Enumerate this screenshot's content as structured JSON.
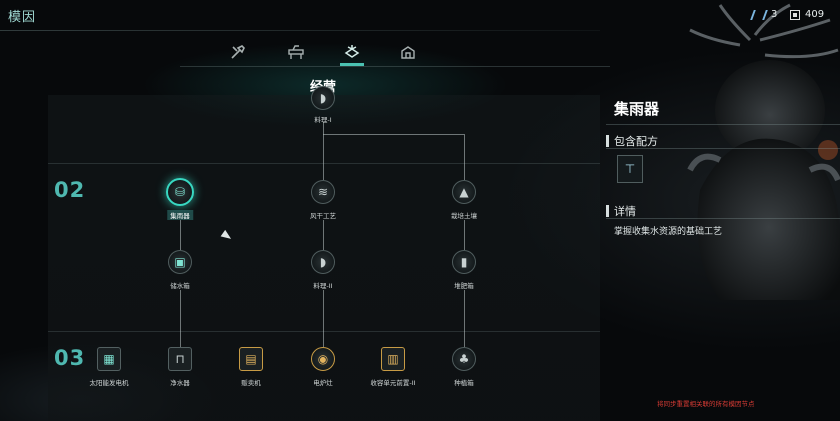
{
  "header": {
    "title": "模因",
    "resources": [
      {
        "icon": "dna-icon",
        "value": "3"
      },
      {
        "icon": "memory-chip-icon",
        "value": "409"
      }
    ]
  },
  "tabs": [
    {
      "icon": "tools-icon",
      "active": false
    },
    {
      "icon": "workbench-icon",
      "active": false
    },
    {
      "icon": "management-icon",
      "active": true
    },
    {
      "icon": "building-icon",
      "active": false
    }
  ],
  "branch": {
    "title": "经营"
  },
  "tiers": [
    "02",
    "03"
  ],
  "nodes": {
    "cooking1": {
      "label": "料理-I",
      "icon": "cooking-icon"
    },
    "rain_collector": {
      "label": "集雨器",
      "icon": "rain-collector-icon"
    },
    "wind_dry": {
      "label": "风干工艺",
      "icon": "wind-dry-icon"
    },
    "cultivation_soil": {
      "label": "栽培土壤",
      "icon": "soil-icon"
    },
    "water_tank": {
      "label": "储水箱",
      "icon": "water-tank-icon"
    },
    "cooking2": {
      "label": "料理-II",
      "icon": "cooking-icon"
    },
    "compost_box": {
      "label": "堆肥箱",
      "icon": "compost-icon"
    },
    "solar": {
      "label": "太阳能发电机",
      "icon": "solar-panel-icon"
    },
    "water_purifier": {
      "label": "净水器",
      "icon": "water-purifier-icon"
    },
    "vending": {
      "label": "贩卖机",
      "icon": "vending-machine-icon"
    },
    "stove": {
      "label": "电炉灶",
      "icon": "stove-icon"
    },
    "storage3": {
      "label": "收容单元前置-II",
      "icon": "storage-unit-icon"
    },
    "planter": {
      "label": "种植箱",
      "icon": "planter-icon"
    }
  },
  "panel": {
    "title": "集雨器",
    "recipes_header": "包含配方",
    "recipe_icon": "rain-collector-recipe-icon",
    "details_header": "详情",
    "description": "掌握收集水资源的基础工艺",
    "warning": "将同步重置相关联的所有模因节点"
  },
  "colors": {
    "accent": "#38d8c2",
    "tier": "#4fb8b0",
    "warning": "#d63b34"
  }
}
